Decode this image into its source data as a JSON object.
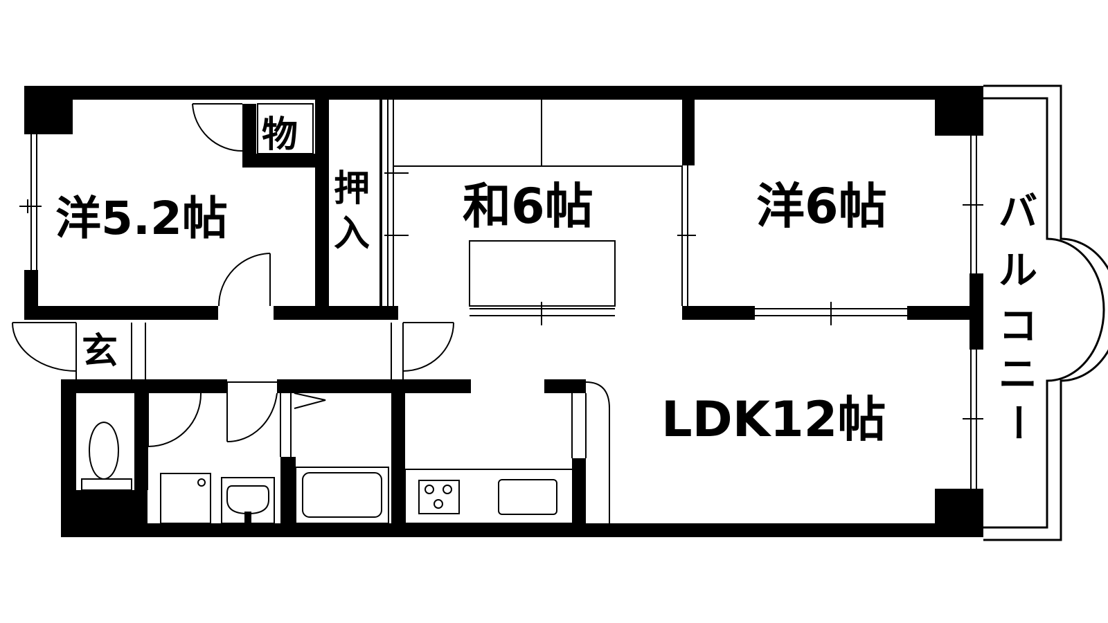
{
  "rooms": {
    "western_5_2": "洋5.2帖",
    "storage": "物",
    "closet_top": "押",
    "closet_bottom": "入",
    "japanese_6": "和6帖",
    "western_6": "洋6帖",
    "entrance": "玄",
    "ldk": "LDK12帖"
  },
  "balcony": [
    "バ",
    "ル",
    "コ",
    "ニ",
    "ー"
  ]
}
